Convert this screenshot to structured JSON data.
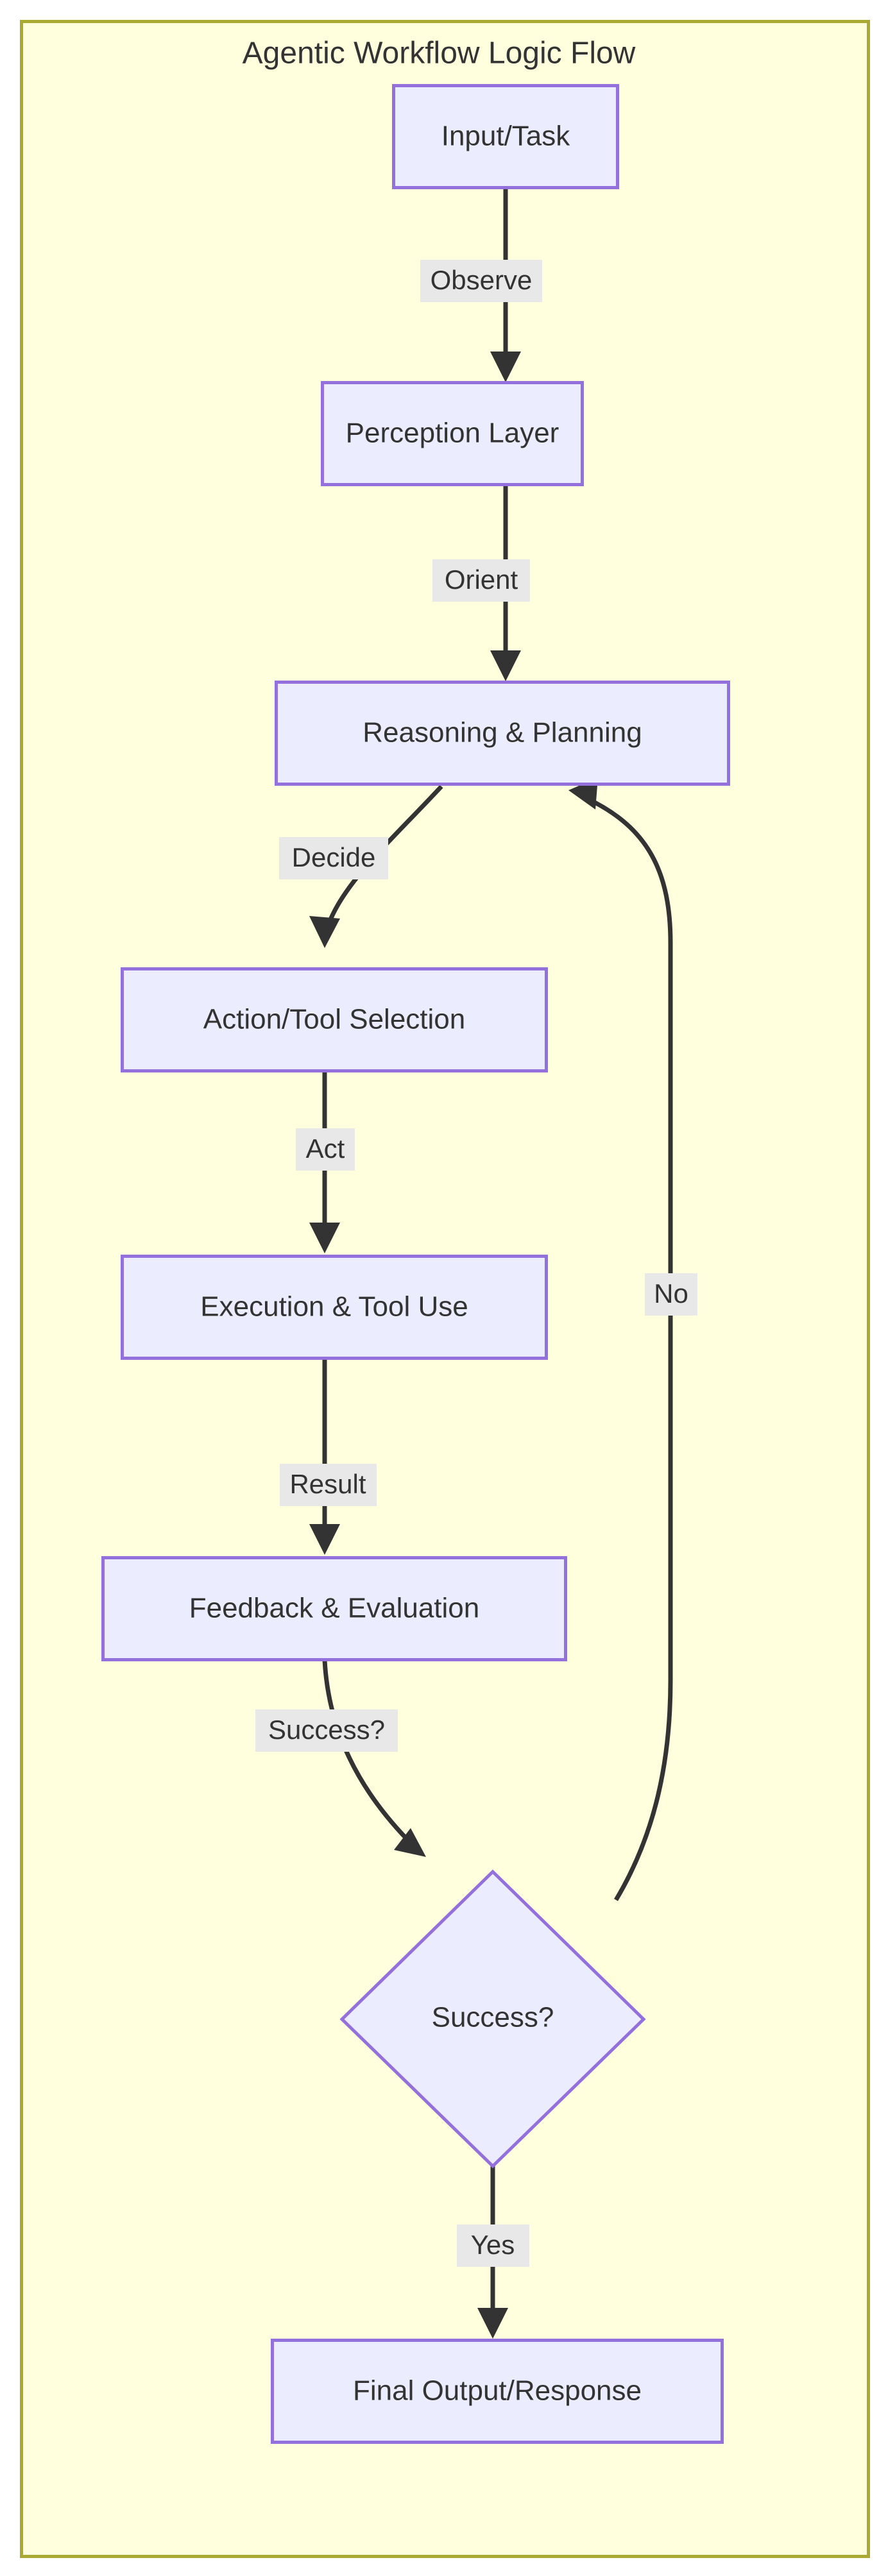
{
  "diagram": {
    "title": "Agentic Workflow Logic Flow",
    "type": "flowchart",
    "direction": "top-to-bottom",
    "colors": {
      "frame_background": "#ffffdd",
      "frame_border": "#aaaa33",
      "node_fill": "#ececff",
      "node_border": "#9370db",
      "edge_stroke": "#333333",
      "edge_label_background": "#e8e8e8",
      "text": "#333333",
      "page_background": "#ffffff"
    },
    "nodes": [
      {
        "id": "input",
        "label": "Input/Task",
        "shape": "rect"
      },
      {
        "id": "perception",
        "label": "Perception Layer",
        "shape": "rect"
      },
      {
        "id": "reasoning",
        "label": "Reasoning & Planning",
        "shape": "rect"
      },
      {
        "id": "action",
        "label": "Action/Tool Selection",
        "shape": "rect"
      },
      {
        "id": "execution",
        "label": "Execution & Tool Use",
        "shape": "rect"
      },
      {
        "id": "feedback",
        "label": "Feedback & Evaluation",
        "shape": "rect"
      },
      {
        "id": "decision",
        "label": "Success?",
        "shape": "diamond"
      },
      {
        "id": "final",
        "label": "Final Output/Response",
        "shape": "rect"
      }
    ],
    "edges": [
      {
        "from": "input",
        "to": "perception",
        "label": "Observe"
      },
      {
        "from": "perception",
        "to": "reasoning",
        "label": "Orient"
      },
      {
        "from": "reasoning",
        "to": "action",
        "label": "Decide"
      },
      {
        "from": "action",
        "to": "execution",
        "label": "Act"
      },
      {
        "from": "execution",
        "to": "feedback",
        "label": "Result"
      },
      {
        "from": "feedback",
        "to": "decision",
        "label": "Success?"
      },
      {
        "from": "decision",
        "to": "reasoning",
        "label": "No"
      },
      {
        "from": "decision",
        "to": "final",
        "label": "Yes"
      }
    ]
  }
}
